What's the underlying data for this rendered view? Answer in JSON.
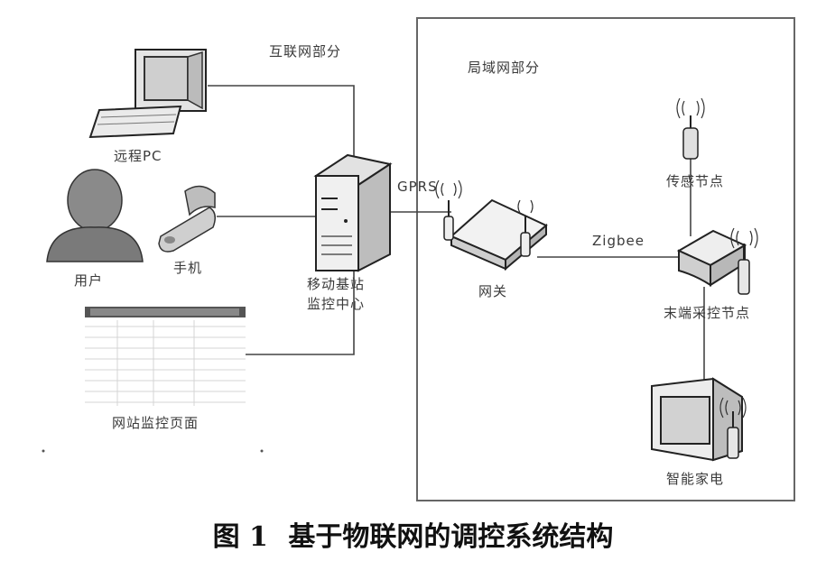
{
  "diagram": {
    "internet_label": "互联网部分",
    "lan_label": "局域网部分",
    "nodes": {
      "remote_pc": "远程PC",
      "user": "用户",
      "phone": "手机",
      "base_station_line1": "移动基站",
      "base_station_line2": "监控中心",
      "web_page": "网站监控页面",
      "gateway": "网关",
      "sensor_node": "传感节点",
      "terminal_node": "末端采控节点",
      "smart_appliance": "智能家电"
    },
    "links": {
      "gprs": "GPRS",
      "zigbee": "Zigbee"
    }
  },
  "caption": {
    "number": "图 1",
    "title": "基于物联网的调控系统结构"
  }
}
